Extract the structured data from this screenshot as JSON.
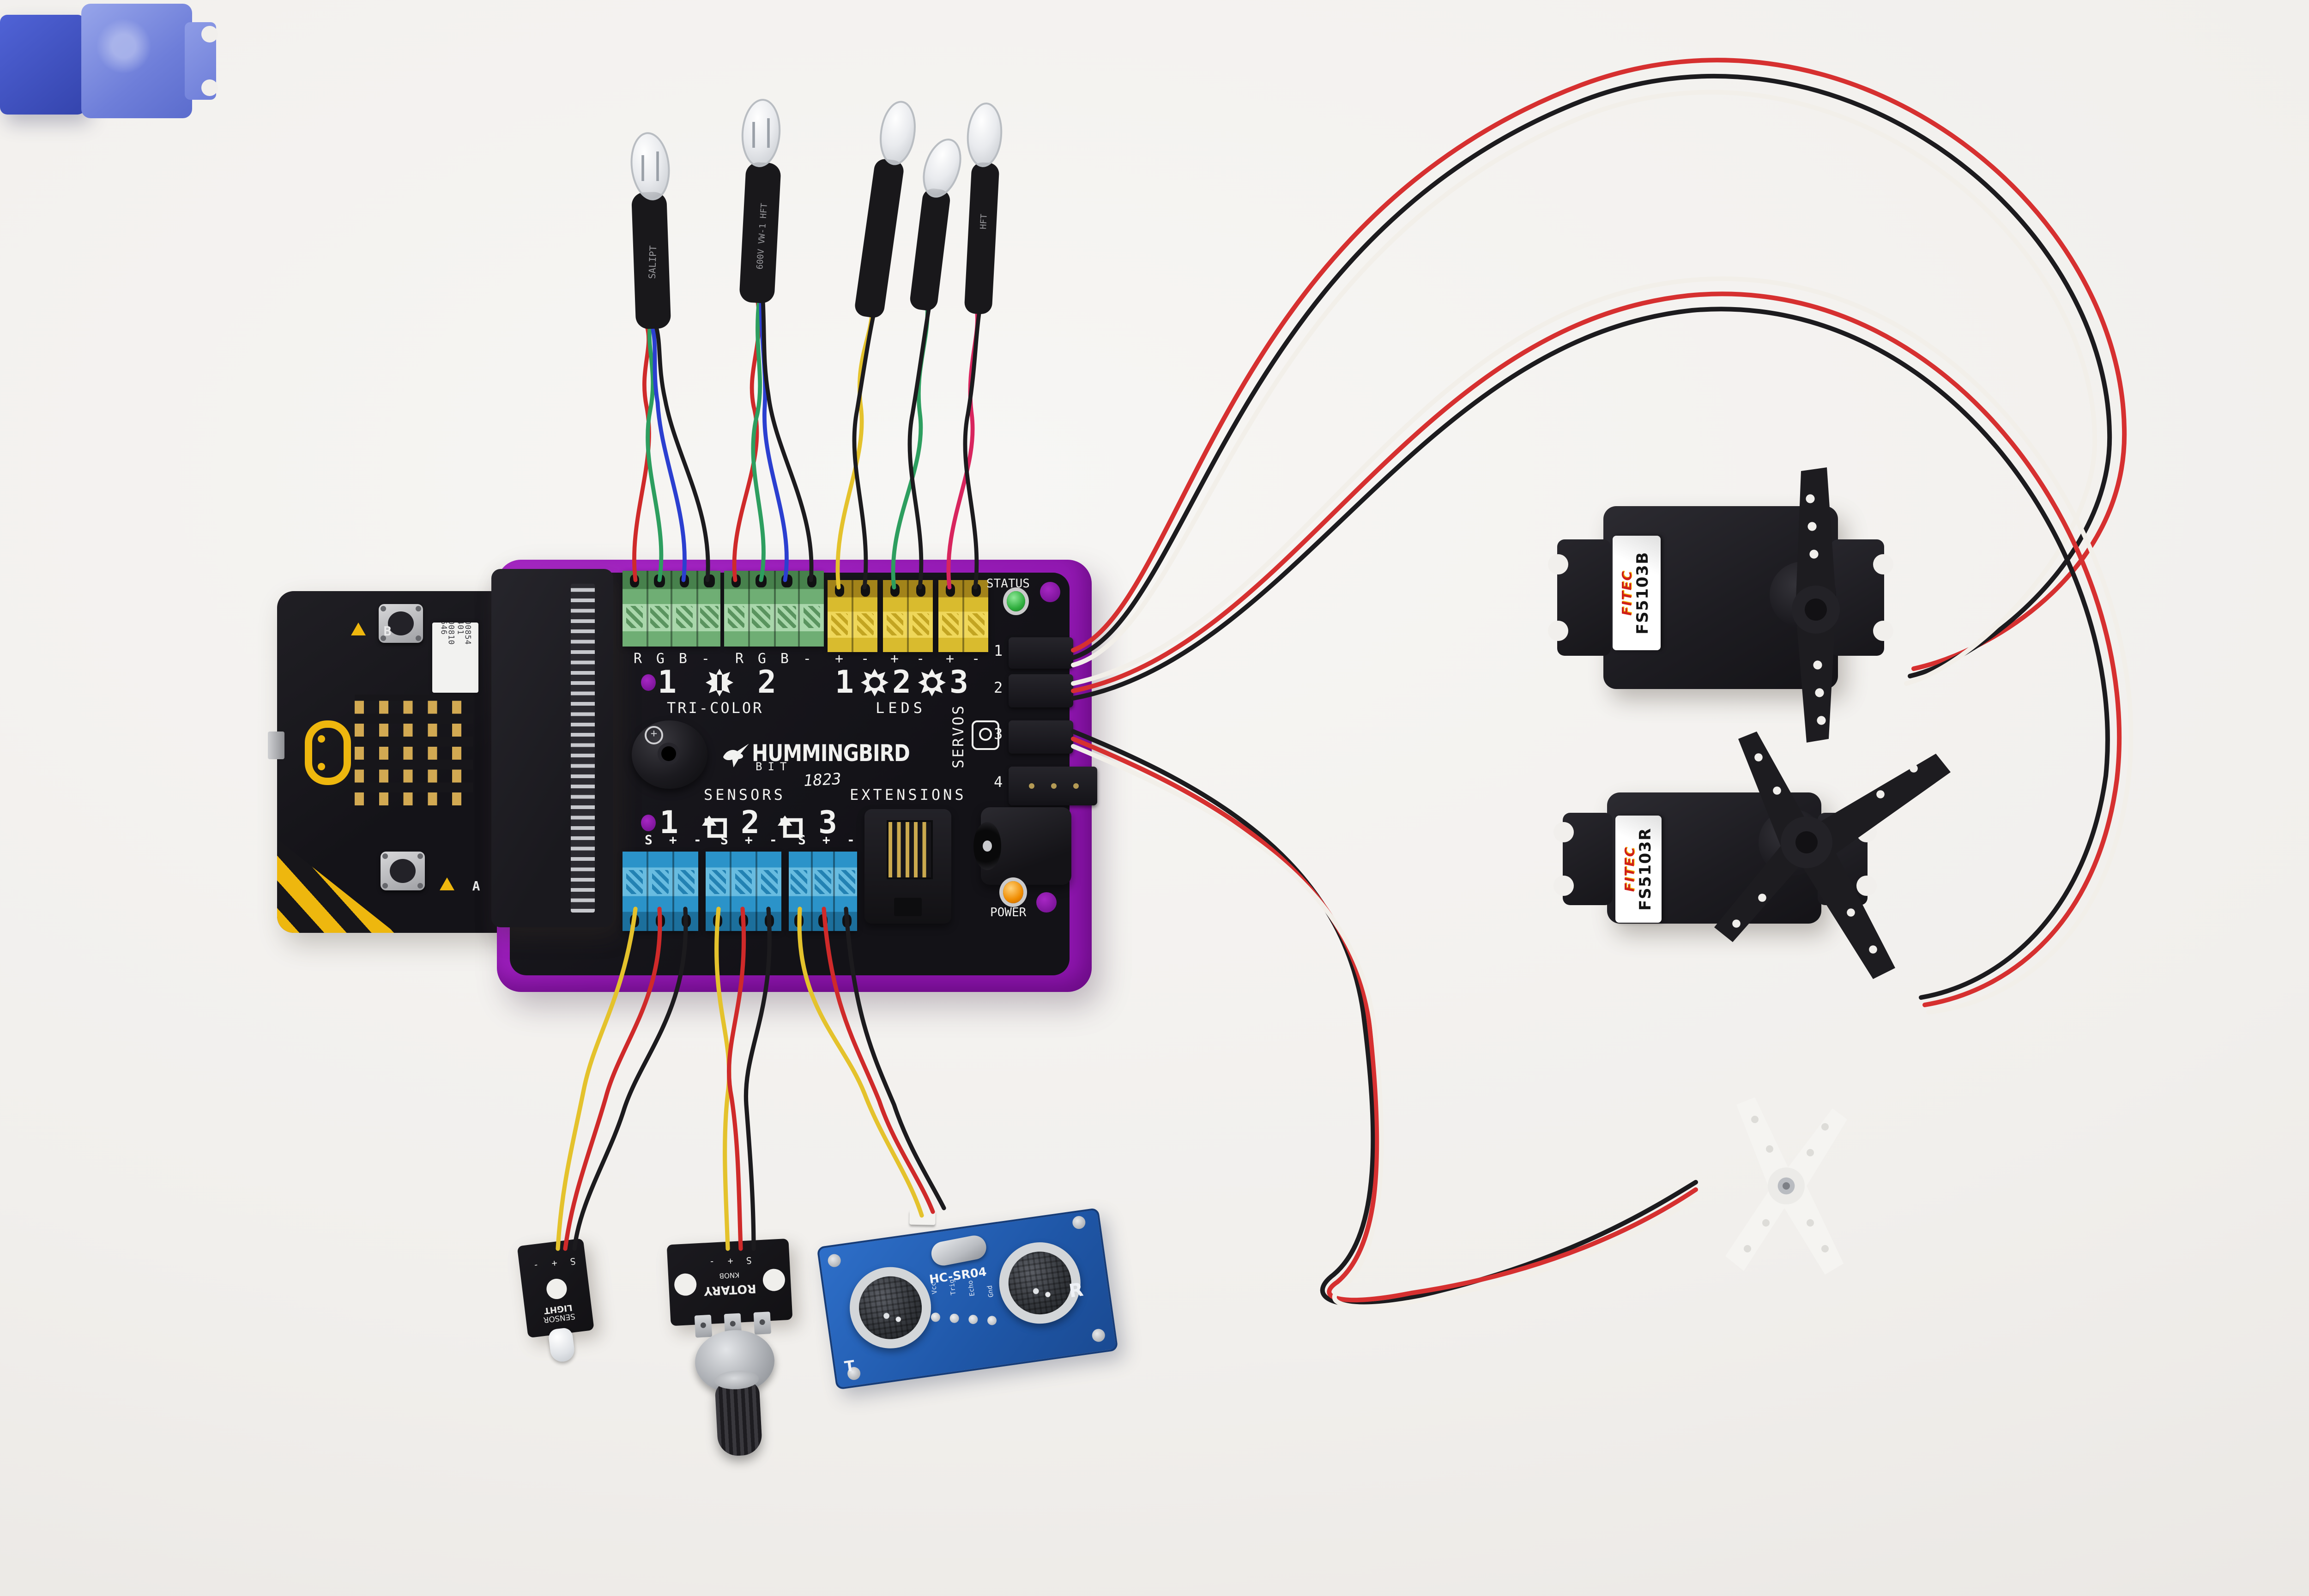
{
  "scene": {
    "title": "Hummingbird Bit robotics controller connected to a micro:bit with tri-color LEDs, single-color LEDs, servos, light, rotary and ultrasonic distance sensors"
  },
  "controller": {
    "brand": "HUMMINGBIRD",
    "brand_sub": "BIT",
    "date_code": "1823",
    "status_label": "STATUS",
    "power_label": "POWER",
    "extensions_label": "EXTENSIONS",
    "tri_color": {
      "label": "TRI-COLOR",
      "ports": [
        "1",
        "2"
      ],
      "pin_rows": [
        "R G B -",
        "R G B -"
      ]
    },
    "leds": {
      "label": "LEDS",
      "ports": [
        "1",
        "2",
        "3"
      ],
      "pin_rows": [
        "+ -",
        "+ -",
        "+ -"
      ]
    },
    "sensors": {
      "label": "SENSORS",
      "ports": [
        "1",
        "2",
        "3"
      ],
      "pin_rows": [
        "S + -",
        "S + -",
        "S + -"
      ]
    },
    "servos": {
      "label": "SERVOS",
      "ports": [
        "1",
        "2",
        "3",
        "4"
      ]
    },
    "colors": {
      "base_purple": "#9c1fb5",
      "pcb_black": "#17161b",
      "terminal_green": "#6fae74",
      "terminal_yellow": "#d9bb2e",
      "terminal_blue": "#2b93c9",
      "status_led_green": "#3fc94e",
      "power_led_orange": "#f08c00"
    }
  },
  "microbit": {
    "button_b": "B",
    "button_a": "A",
    "sticker_lines": [
      "400854",
      "1401",
      "200810",
      "1646"
    ]
  },
  "servo_b": {
    "brand": "FITEC",
    "model": "FS5103B"
  },
  "servo_r": {
    "brand": "FITEC",
    "model": "FS5103R"
  },
  "sensor_light": {
    "line1": "LIGHT",
    "line2": "SENSOR",
    "pins": "S + -"
  },
  "sensor_rotary": {
    "label": "ROTARY",
    "sub": "KNOB",
    "pins": "S + -"
  },
  "sensor_ultrasonic": {
    "model": "HC-SR04",
    "pin_labels": [
      "Vcc",
      "Trig",
      "Echo",
      "Gnd"
    ],
    "left_mark": "T",
    "right_mark": "R"
  },
  "cables": {
    "heatshrink_1": "SALIPT",
    "heatshrink_2": "600V VW-1 HFT",
    "heatshrink_5": "HFT",
    "wire_colors": {
      "servo_ribbon": [
        "#d63030",
        "#1c1b1e",
        "#f2efe9"
      ],
      "sensor_bundle": [
        "#e4c22c",
        "#cf2a2a",
        "#1c1b1e"
      ],
      "tri_color_bundle": [
        "#cf2a2a",
        "#2d9e5f",
        "#2b3fd0",
        "#1c1b1e"
      ],
      "led_pair_colors": [
        "#e4c22c",
        "#2d9e5f",
        "#d8255e"
      ]
    }
  }
}
